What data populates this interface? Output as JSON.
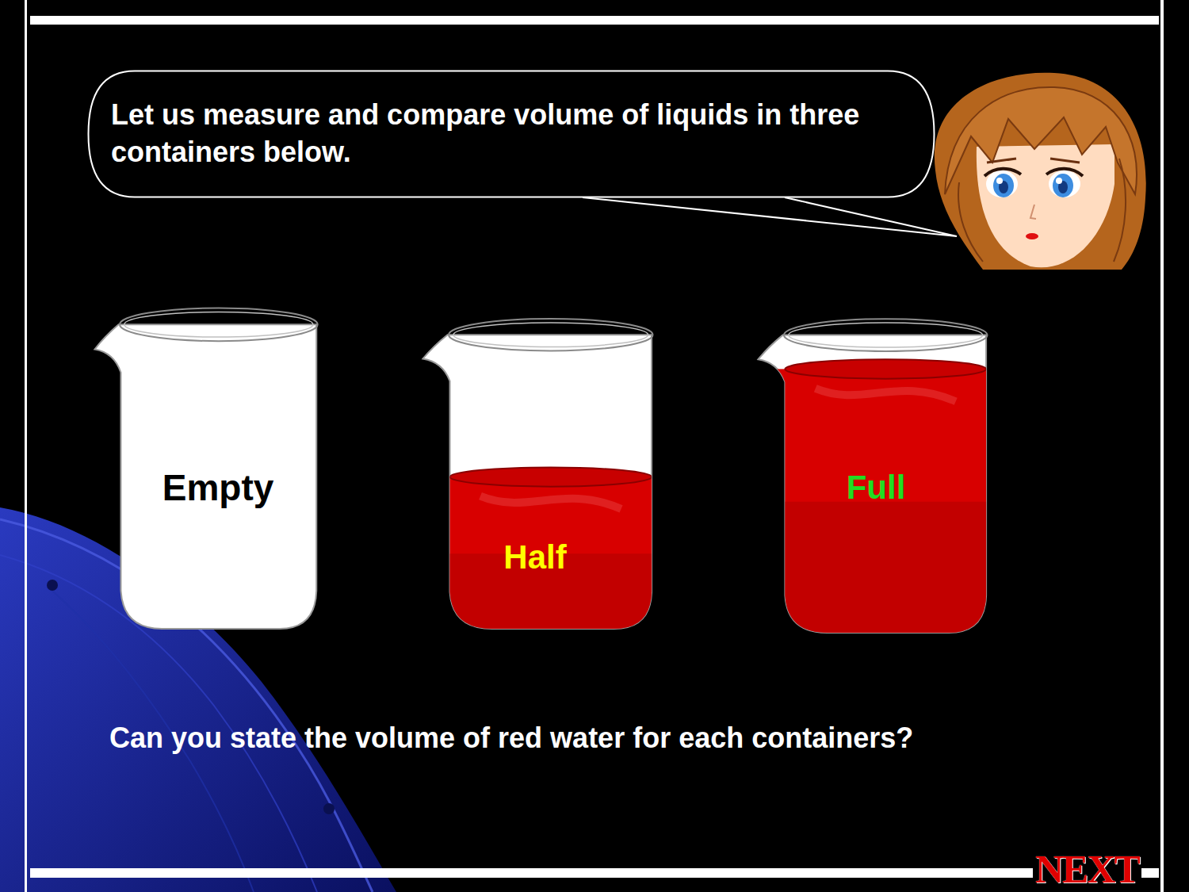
{
  "diagram": {
    "nodes": [
      {
        "text": [
          "Let us measure and compare volume of liquids in three containers below."
        ]
      },
      {
        "text": [
          "Empty"
        ]
      },
      {
        "text": [
          "Half"
        ]
      },
      {
        "text": [
          "Full"
        ]
      }
    ],
    "labels": [
      "Can you state the volume of red water for each containers?",
      "NEXT"
    ]
  }
}
